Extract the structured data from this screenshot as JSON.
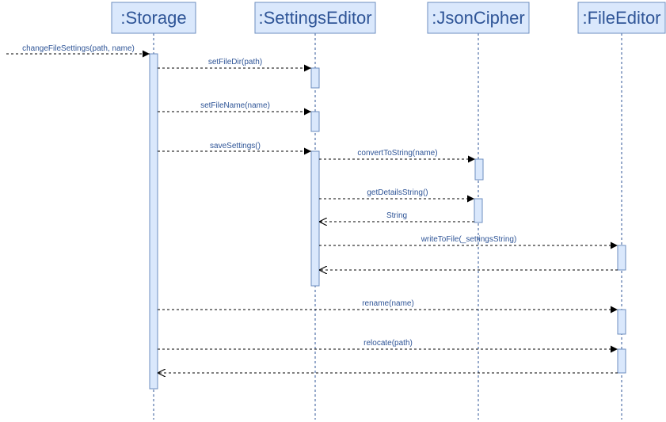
{
  "colors": {
    "box_fill": "#dae8fc",
    "box_stroke": "#6c8ebf",
    "text": "#2f5597",
    "line": "#000000"
  },
  "participants": [
    {
      "id": "storage",
      "label": ":Storage"
    },
    {
      "id": "settingseditor",
      "label": ":SettingsEditor"
    },
    {
      "id": "jsoncipher",
      "label": ":JsonCipher"
    },
    {
      "id": "fileeditor",
      "label": ":FileEditor"
    }
  ],
  "messages": [
    {
      "id": "changefilesettings",
      "label": "changeFileSettings(path, name)",
      "from": "external",
      "to": "storage",
      "kind": "call"
    },
    {
      "id": "setfiledir",
      "label": "setFileDir(path)",
      "from": "storage",
      "to": "settingseditor",
      "kind": "call"
    },
    {
      "id": "setfilename",
      "label": "setFileName(name)",
      "from": "storage",
      "to": "settingseditor",
      "kind": "call"
    },
    {
      "id": "savesettings",
      "label": "saveSettings()",
      "from": "storage",
      "to": "settingseditor",
      "kind": "call"
    },
    {
      "id": "converttostring",
      "label": "convertToString(name)",
      "from": "settingseditor",
      "to": "jsoncipher",
      "kind": "call"
    },
    {
      "id": "getdetailsstring",
      "label": "getDetailsString()",
      "from": "settingseditor",
      "to": "jsoncipher",
      "kind": "call"
    },
    {
      "id": "string-return",
      "label": "String",
      "from": "jsoncipher",
      "to": "settingseditor",
      "kind": "return"
    },
    {
      "id": "writetofile",
      "label": "writeToFile(_settingsString)",
      "from": "settingseditor",
      "to": "fileeditor",
      "kind": "call"
    },
    {
      "id": "writetofile-return",
      "label": "",
      "from": "fileeditor",
      "to": "settingseditor",
      "kind": "return"
    },
    {
      "id": "rename",
      "label": "rename(name)",
      "from": "storage",
      "to": "fileeditor",
      "kind": "call"
    },
    {
      "id": "relocate",
      "label": "relocate(path)",
      "from": "storage",
      "to": "fileeditor",
      "kind": "call"
    },
    {
      "id": "relocate-return",
      "label": "",
      "from": "fileeditor",
      "to": "storage",
      "kind": "return"
    }
  ]
}
